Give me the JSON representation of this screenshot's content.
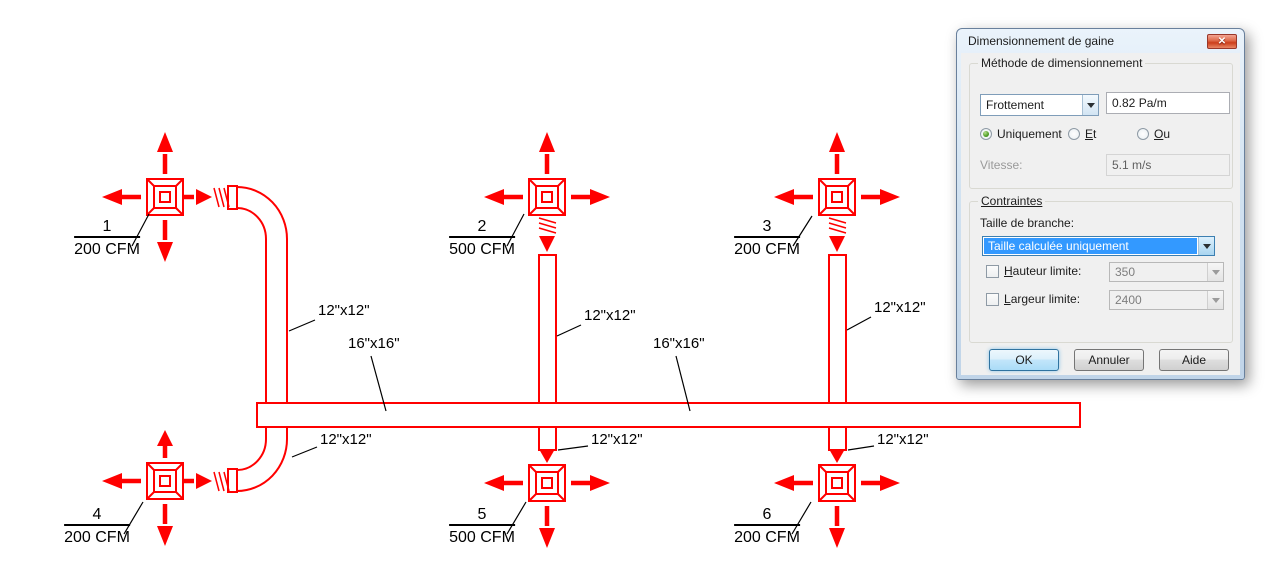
{
  "drawing": {
    "line_color": "#FF0000",
    "terminals": [
      {
        "number": "1",
        "flow": "200 CFM"
      },
      {
        "number": "2",
        "flow": "500 CFM"
      },
      {
        "number": "3",
        "flow": "200 CFM"
      },
      {
        "number": "4",
        "flow": "200 CFM"
      },
      {
        "number": "5",
        "flow": "500 CFM"
      },
      {
        "number": "6",
        "flow": "200 CFM"
      }
    ],
    "duct_labels": [
      {
        "text": "12\"x12\""
      },
      {
        "text": "16\"x16\""
      },
      {
        "text": "12\"x12\""
      },
      {
        "text": "16\"x16\""
      },
      {
        "text": "12\"x12\""
      },
      {
        "text": "12\"x12\""
      },
      {
        "text": "12\"x12\""
      },
      {
        "text": "12\"x12\""
      }
    ]
  },
  "dialog": {
    "title": "Dimensionnement de gaine",
    "close_glyph": "✕",
    "method_group": {
      "label": "Méthode de dimensionnement",
      "method_combo": {
        "value": "Frottement"
      },
      "friction_value": "0.82 Pa/m",
      "radios": [
        {
          "mnemonic": "",
          "rest": "Uniquement",
          "checked": true
        },
        {
          "mnemonic": "E",
          "rest": "t",
          "checked": false
        },
        {
          "mnemonic": "O",
          "rest": "u",
          "checked": false
        }
      ],
      "velocity_label": "Vitesse:",
      "velocity_value": "5.1 m/s"
    },
    "constraints_group": {
      "label": "Contraintes",
      "branch_size_label": "Taille de branche:",
      "branch_size_combo": {
        "value": "Taille calculée uniquement"
      },
      "height_limit": {
        "mnemonic": "H",
        "rest": "auteur limite:",
        "value": "350",
        "checked": false
      },
      "width_limit": {
        "mnemonic": "L",
        "rest": "argeur limite:",
        "value": "2400",
        "checked": false
      }
    },
    "buttons": {
      "ok": "OK",
      "cancel": "Annuler",
      "help": "Aide"
    }
  }
}
